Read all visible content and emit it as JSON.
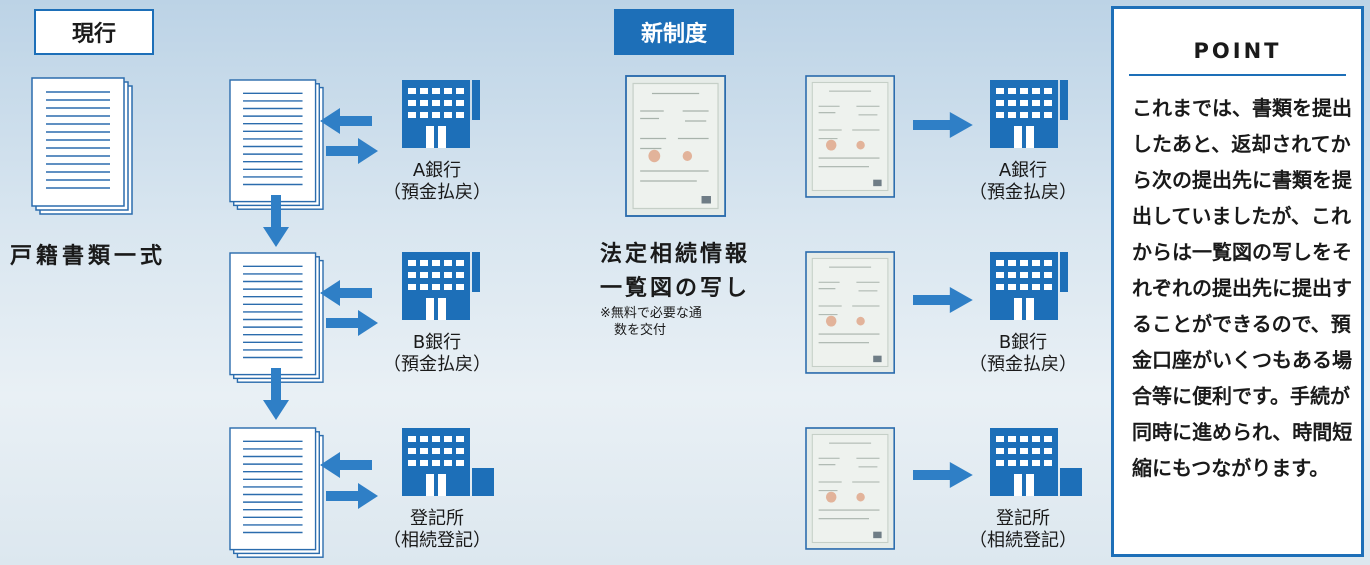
{
  "left_section": {
    "tag": "現行",
    "document_label": "戸籍書類一式",
    "banks": [
      {
        "name": "A銀行",
        "purpose": "（預金払戻）"
      },
      {
        "name": "B銀行",
        "purpose": "（預金払戻）"
      },
      {
        "name": "登記所",
        "purpose": "（相続登記）"
      }
    ]
  },
  "middle_section": {
    "tag": "新制度",
    "document_label_line1": "法定相続情報",
    "document_label_line2": "一覧図の写し",
    "note_line1": "※無料で必要な通",
    "note_line2": "数を交付",
    "banks": [
      {
        "name": "A銀行",
        "purpose": "（預金払戻）"
      },
      {
        "name": "B銀行",
        "purpose": "（預金払戻）"
      },
      {
        "name": "登記所",
        "purpose": "（相続登記）"
      }
    ]
  },
  "point": {
    "title": "POINT",
    "text": "これまでは、書類を提出したあと、返却されてから次の提出先に書類を提出していましたが、これからは一覧図の写しをそれぞれの提出先に提出することができるので、預金口座がいくつもある場合等に便利です。手続が同時に進められ、時間短縮にもつながります。"
  },
  "colors": {
    "accent": "#1d6fb8",
    "arrow": "#2f7fc6"
  }
}
